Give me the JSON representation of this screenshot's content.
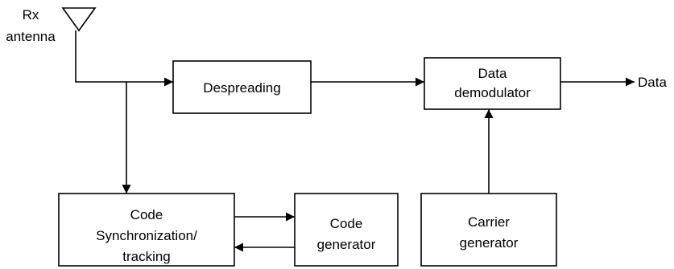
{
  "antenna": {
    "line1": "Rx",
    "line2": "antenna"
  },
  "blocks": {
    "despreading": {
      "label": "Despreading"
    },
    "data_demodulator": {
      "line1": "Data",
      "line2": "demodulator"
    },
    "code_sync": {
      "line1": "Code",
      "line2": "Synchronization/",
      "line3": "tracking"
    },
    "code_generator": {
      "line1": "Code",
      "line2": "generator"
    },
    "carrier_generator": {
      "line1": "Carrier",
      "line2": "generator"
    }
  },
  "output": {
    "label": "Data"
  }
}
